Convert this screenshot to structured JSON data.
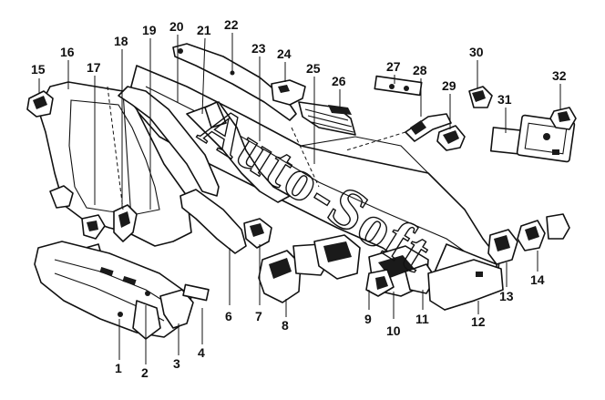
{
  "diagram": {
    "watermark": "Auto-Soft",
    "callouts": [
      "1",
      "2",
      "3",
      "4",
      "6",
      "7",
      "8",
      "9",
      "10",
      "11",
      "12",
      "13",
      "14",
      "15",
      "16",
      "17",
      "18",
      "19",
      "20",
      "21",
      "22",
      "23",
      "24",
      "25",
      "26",
      "27",
      "28",
      "29",
      "30",
      "31",
      "32"
    ],
    "colors": {
      "ink": "#111111",
      "paper": "#ffffff"
    }
  }
}
